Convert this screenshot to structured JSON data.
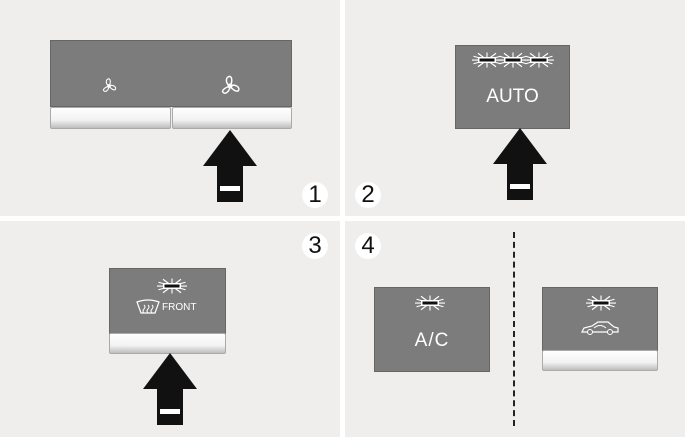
{
  "steps": [
    "1",
    "2",
    "3",
    "4"
  ],
  "buttons": {
    "auto": "AUTO",
    "front": "FRONT",
    "ac": "A/C"
  },
  "icons": [
    "fan-low-icon",
    "fan-high-icon",
    "indicator-light-icon",
    "front-defrost-icon",
    "recirculation-car-icon",
    "press-arrow-icon"
  ],
  "colors": {
    "panel": "#7c7c7c",
    "background": "#efeeec",
    "divider": "#ffffff"
  }
}
